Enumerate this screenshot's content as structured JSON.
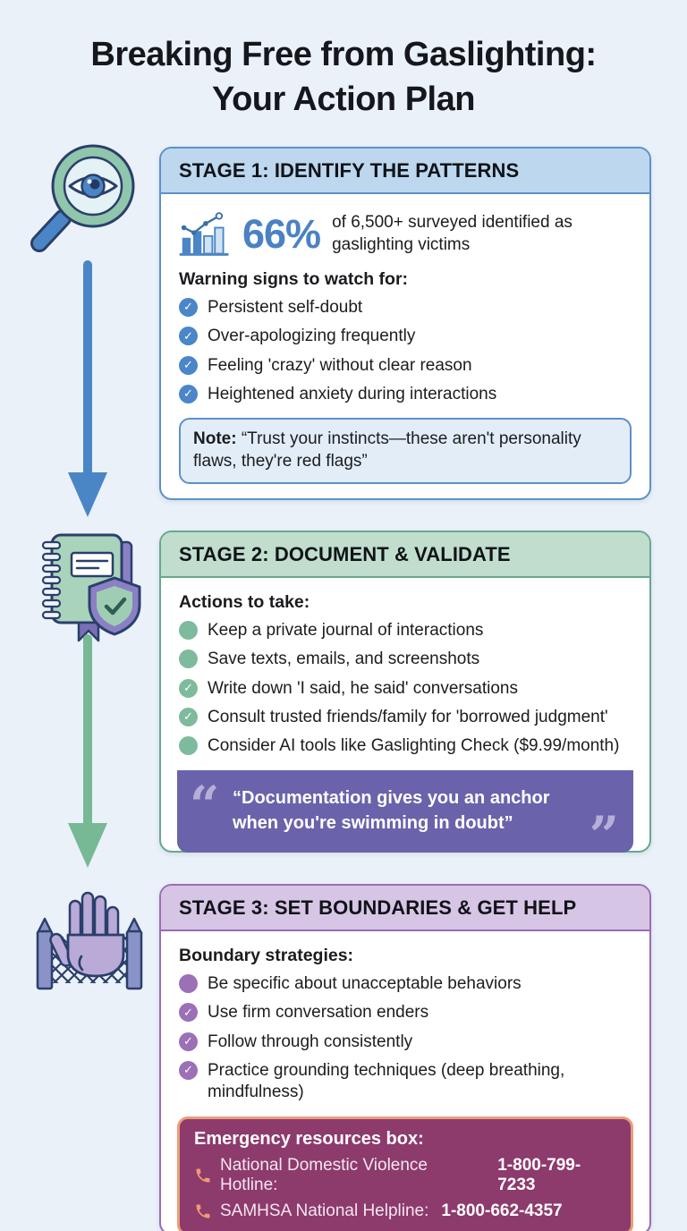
{
  "page": {
    "title_line1": "Breaking Free from Gaslighting:",
    "title_line2": "Your Action Plan"
  },
  "colors": {
    "background": "#eaf1f9",
    "stage1_accent": "#4a86c8",
    "stage2_accent": "#7ebb9d",
    "stage3_accent": "#9b70b6",
    "quote_bg": "#6a63ab",
    "emergency_bg": "#8d3a6d",
    "emergency_border": "#e99d78",
    "stat_value_color": "#4a82c4"
  },
  "icons": {
    "rail1": "magnifier-eye-icon",
    "rail2": "journal-shield-icon",
    "rail3": "hand-fence-icon",
    "arrow1": "arrow-down-blue",
    "arrow2": "arrow-down-green",
    "stat": "bar-chart-icon",
    "phone": "phone-icon",
    "quote_open": "open-quote-icon",
    "quote_close": "close-quote-icon"
  },
  "stage1": {
    "header": "STAGE 1: IDENTIFY THE PATTERNS",
    "stat": {
      "value": "66%",
      "description": "of 6,500+ surveyed identified as gaslighting victims"
    },
    "list_heading": "Warning signs to watch for:",
    "items": [
      {
        "bullet": "check",
        "text": "Persistent self-doubt"
      },
      {
        "bullet": "check",
        "text": "Over-apologizing frequently"
      },
      {
        "bullet": "check",
        "text": "Feeling 'crazy' without clear reason"
      },
      {
        "bullet": "check",
        "text": "Heightened anxiety during interactions"
      }
    ],
    "note_label": "Note:",
    "note_text": " “Trust your instincts—these aren't personality flaws, they're red flags”"
  },
  "stage2": {
    "header": "STAGE 2: DOCUMENT & VALIDATE",
    "list_heading": "Actions to take:",
    "items": [
      {
        "bullet": "dot",
        "text": "Keep a private journal of interactions"
      },
      {
        "bullet": "dot",
        "text": "Save texts, emails, and screenshots"
      },
      {
        "bullet": "check",
        "text": "Write down 'I said, he said' conversations"
      },
      {
        "bullet": "check",
        "text": "Consult trusted friends/family for 'borrowed judgment'"
      },
      {
        "bullet": "dot",
        "text": "Consider AI tools like Gaslighting Check ($9.99/month)"
      }
    ],
    "quote": "“Documentation gives you an anchor when you're swimming in doubt”"
  },
  "stage3": {
    "header": "STAGE 3: SET BOUNDARIES & GET HELP",
    "list_heading": "Boundary strategies:",
    "items": [
      {
        "bullet": "dot",
        "text": "Be specific about unacceptable behaviors"
      },
      {
        "bullet": "check",
        "text": "Use firm conversation enders"
      },
      {
        "bullet": "check",
        "text": "Follow through consistently"
      },
      {
        "bullet": "check",
        "text": "Practice grounding techniques (deep breathing, mindfulness)"
      }
    ],
    "emergency": {
      "title": "Emergency resources box:",
      "lines": [
        {
          "label": "National Domestic Violence Hotline:",
          "number": "1-800-799-7233"
        },
        {
          "label": "SAMHSA National Helpline:",
          "number": "1-800-662-4357"
        }
      ]
    }
  }
}
